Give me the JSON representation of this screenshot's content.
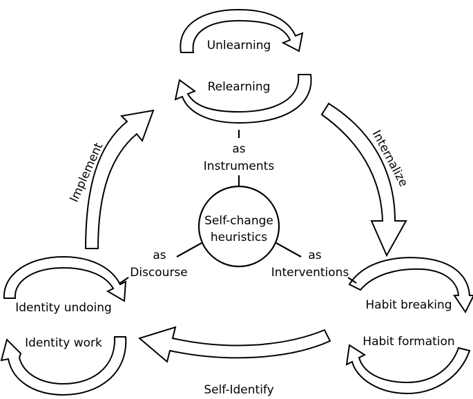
{
  "center": {
    "line1": "Self-change",
    "line2": "heuristics"
  },
  "connectors": {
    "top": {
      "line1": "as",
      "line2": "Instruments"
    },
    "left": {
      "line1": "as",
      "line2": "Discourse"
    },
    "right": {
      "line1": "as",
      "line2": "Interventions"
    }
  },
  "cycles": {
    "top": {
      "upper": "Unlearning",
      "lower": "Relearning"
    },
    "right": {
      "upper": "Habit breaking",
      "lower": "Habit formation"
    },
    "left": {
      "upper": "Identity undoing",
      "lower": "Identity work"
    }
  },
  "transitions": {
    "implement": "Implement",
    "internalize": "Internalize",
    "self_identify": "Self-Identify"
  }
}
